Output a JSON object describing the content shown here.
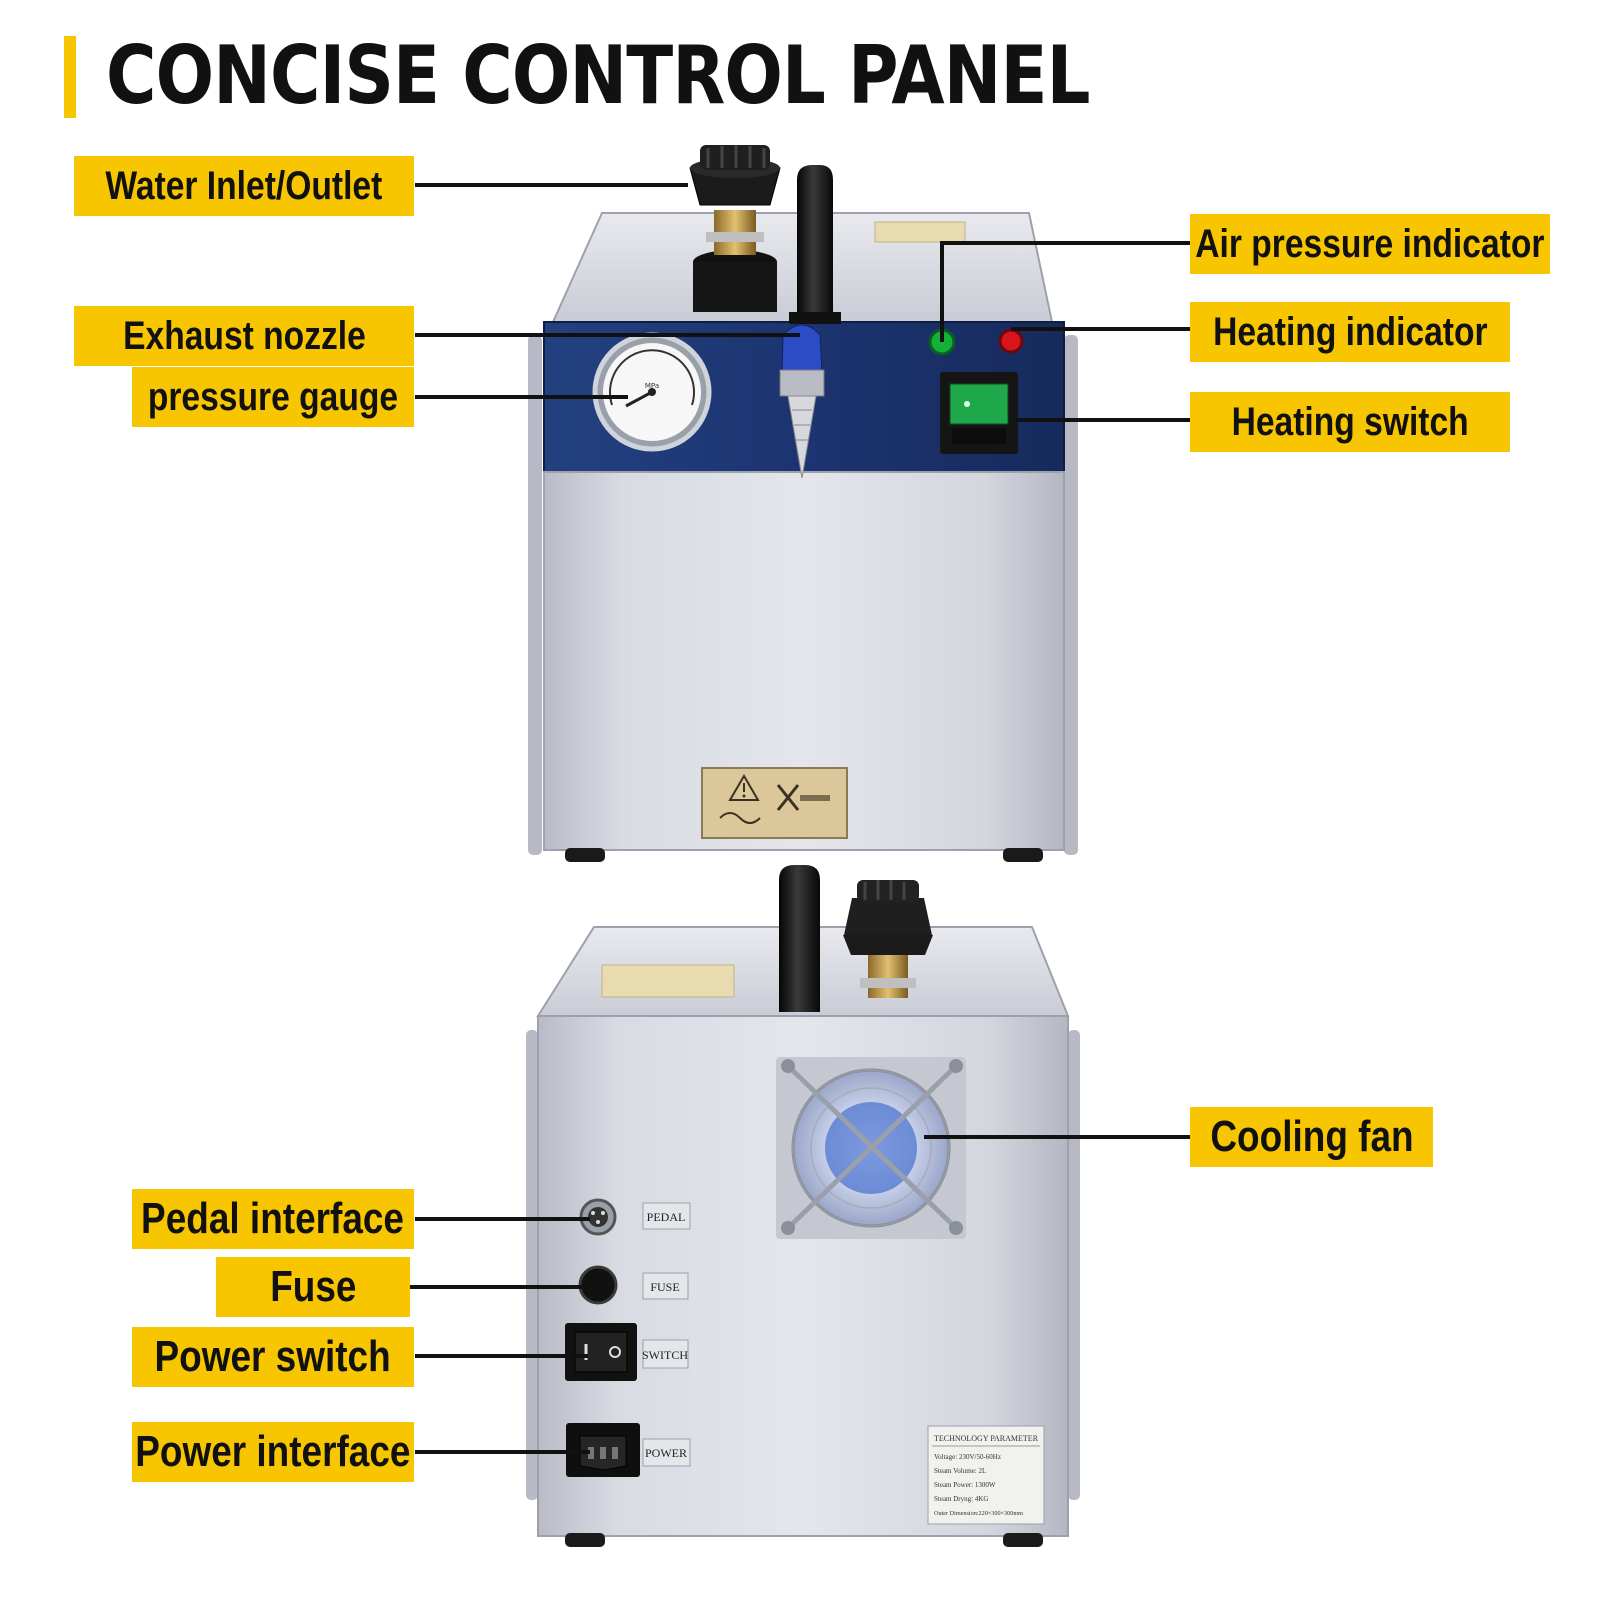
{
  "title": "CONCISE CONTROL PANEL",
  "callouts": {
    "water_inlet": "Water Inlet/Outlet",
    "exhaust_nozzle": "Exhaust nozzle",
    "pressure_gauge": "pressure gauge",
    "air_pressure_indicator": "Air pressure indicator",
    "heating_indicator": "Heating indicator",
    "heating_switch": "Heating switch",
    "cooling_fan": "Cooling fan",
    "pedal_interface": "Pedal interface",
    "fuse": "Fuse",
    "power_switch": "Power switch",
    "power_interface": "Power interface"
  },
  "panel_labels": {
    "pedal": "PEDAL",
    "fuse": "FUSE",
    "switch": "SWITCH",
    "power": "POWER"
  },
  "spec_plate": {
    "heading": "TECHNOLOGY PARAMETER",
    "lines": [
      "Voltage: 230V/50-60Hz",
      "Steam Volume: 2L",
      "Steam Power: 1300W",
      "Steam Dryng: 4KG",
      "Outer Dimension:220×300×300mm"
    ]
  },
  "colors": {
    "accent_yellow": "#f7c600",
    "front_panel_blue": "#1c3470",
    "steel": "#d2d4dc",
    "indicator_green": "#13b13a",
    "indicator_red": "#d8141c"
  }
}
